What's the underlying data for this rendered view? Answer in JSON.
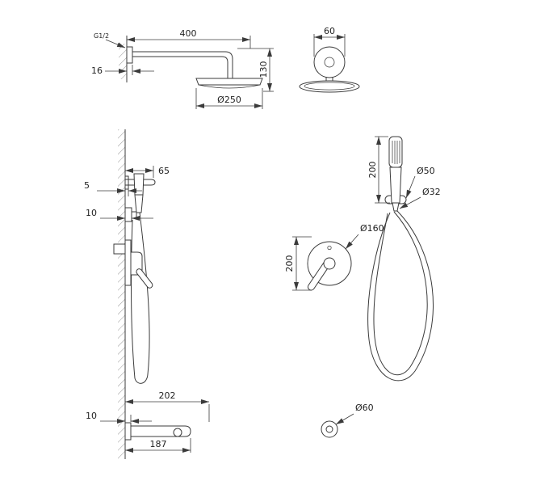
{
  "colors": {
    "line": "#3b3b3b",
    "text": "#1f1f1f",
    "background": "#ffffff"
  },
  "views": {
    "shower_arm_side": {
      "thread_label": "G1/2",
      "arm_length": "400",
      "flange_thickness": "16",
      "head_drop": "130",
      "head_diameter": "Ø250"
    },
    "shower_arm_plan": {
      "flange_diameter": "60"
    },
    "wall_side_profile": {
      "holder_projection": "65",
      "holder_gap": "5",
      "outlet_projection": "10",
      "spout_projection": "202",
      "spout_plate": "10",
      "spout_length": "187"
    },
    "handshower_front": {
      "wand_length": "200",
      "holder_diameter": "Ø50",
      "handle_diameter": "Ø32"
    },
    "mixer_front": {
      "plate_diameter": "Ø160",
      "plate_height": "200"
    },
    "outlet_detail": {
      "diameter": "Ø60"
    }
  }
}
